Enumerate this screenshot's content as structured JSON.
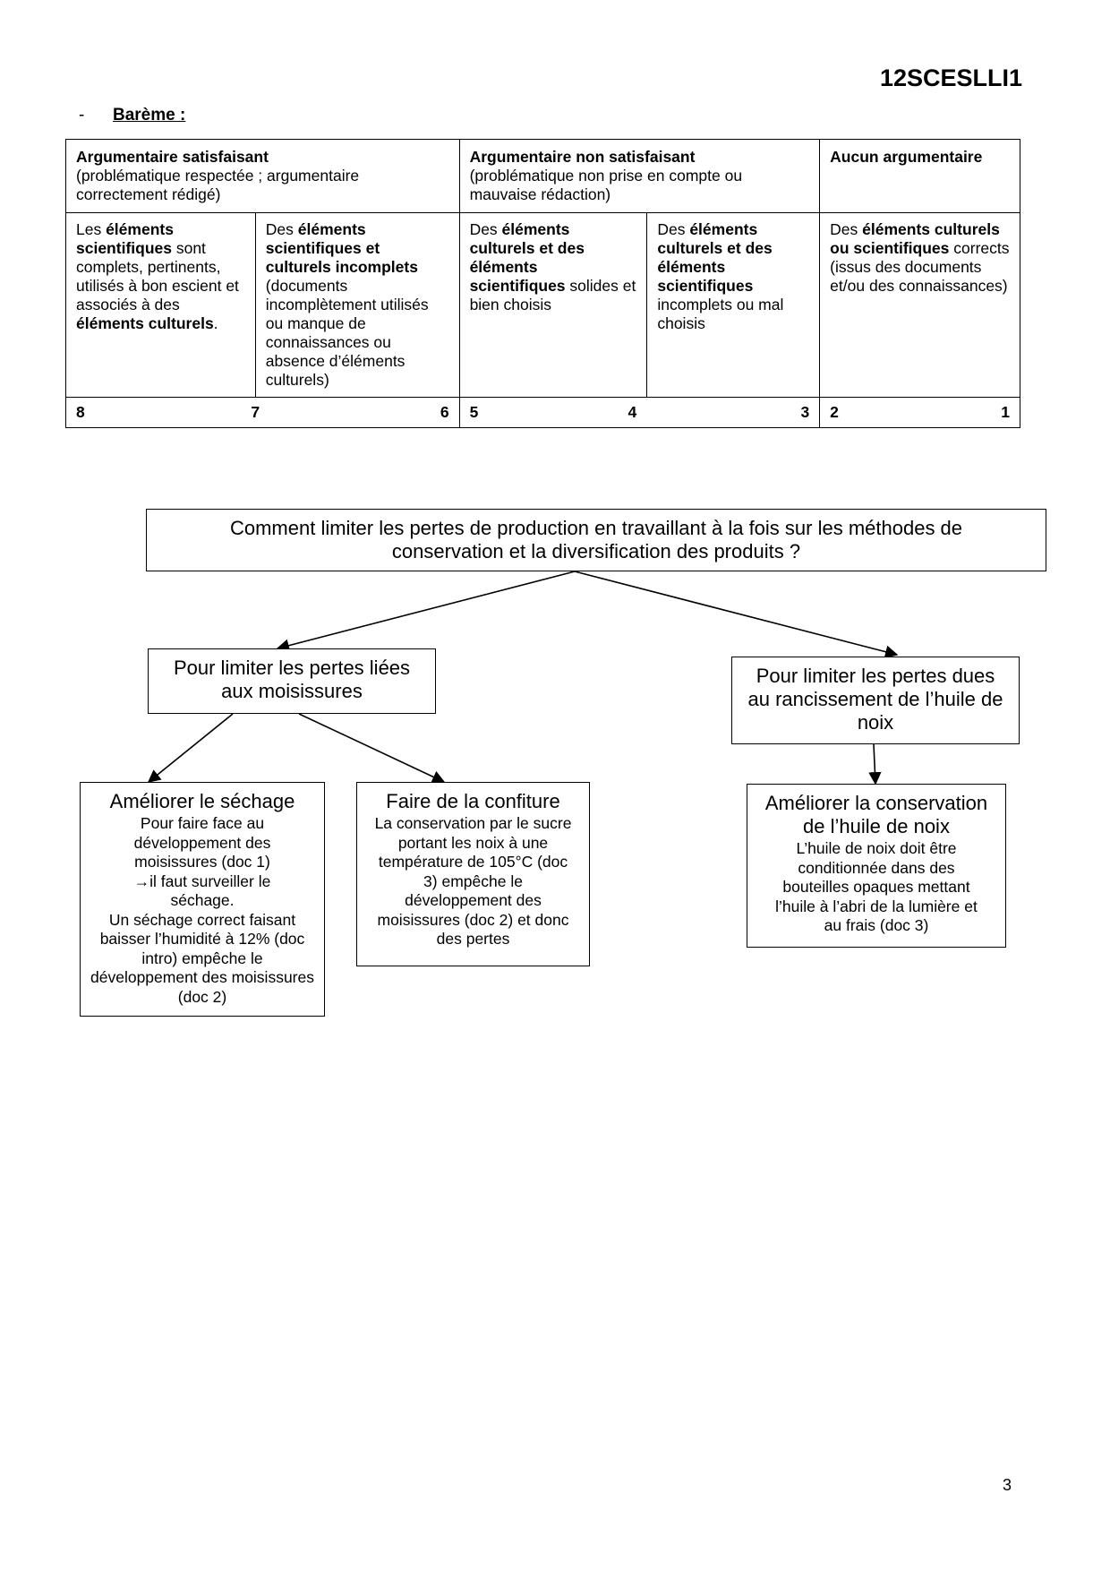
{
  "header": {
    "code": "12SCESLLI1"
  },
  "bareme": {
    "dash": "-",
    "label": "Barème :"
  },
  "table": {
    "columns": [
      {
        "title": "Argumentaire satisfaisant",
        "subtitle": "(problématique respectée ; argumentaire correctement rédigé)"
      },
      {
        "title": "Argumentaire non satisfaisant",
        "subtitle": "(problématique non prise en compte ou mauvaise rédaction)"
      },
      {
        "title": "Aucun argumentaire",
        "subtitle": ""
      }
    ],
    "cells": [
      {
        "p1": "Les ",
        "b1": "éléments scientifiques",
        "p2": " sont complets, pertinents, utilisés à bon escient et associés à des ",
        "b2": "éléments culturels",
        "p3": "."
      },
      {
        "p1": "Des ",
        "b1": "éléments scientifiques et culturels incomplets",
        "p2": " (documents incomplètement utilisés ou manque de connaissances ou absence d’éléments culturels)",
        "b2": "",
        "p3": ""
      },
      {
        "p1": "Des ",
        "b1": "éléments culturels et des éléments scientifiques",
        "p2": " solides et bien choisis",
        "b2": "",
        "p3": ""
      },
      {
        "p1": "Des ",
        "b1": "éléments culturels",
        "p2": " ",
        "b2": "et des éléments scientifiques",
        "p3": " incomplets ou mal choisis"
      },
      {
        "p1": "Des ",
        "b1": "éléments culturels",
        "p2": " ",
        "b2": "ou scientifiques",
        "p3": " corrects (issus des documents et/ou des connaissances)"
      }
    ],
    "scores": [
      [
        "8",
        "7",
        "6"
      ],
      [
        "5",
        "4",
        "3"
      ],
      [
        "2",
        "1"
      ]
    ]
  },
  "diagram": {
    "root": "Comment limiter les pertes de production en travaillant à la fois sur les méthodes de conservation et la diversification des produits ?",
    "left": "Pour limiter les pertes liées aux moisissures",
    "right": "Pour limiter les pertes dues au rancissement de l’huile de noix",
    "leaf1": {
      "title": "Améliorer  le séchage",
      "lines": [
        "Pour faire face au développement des moisissures (doc 1)",
        "→il faut surveiller le séchage.",
        "Un séchage correct faisant baisser l’humidité à 12% (doc intro) empêche le développement des moisissures (doc 2)"
      ]
    },
    "leaf2": {
      "title": "Faire de la confiture",
      "text": "La conservation par le sucre portant les noix à une température de 105°C (doc 3) empêche le développement des moisissures (doc 2) et donc des pertes"
    },
    "leaf3": {
      "title": "Améliorer la conservation de l’huile de noix",
      "text": "L’huile de noix doit être conditionnée dans des bouteilles opaques mettant l’huile à l’abri de la lumière et au frais (doc 3)"
    }
  },
  "page_number": "3"
}
